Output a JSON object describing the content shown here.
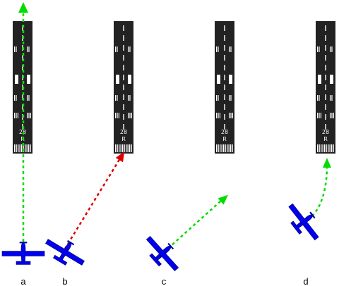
{
  "runway": {
    "number": "28",
    "designator": "R"
  },
  "panels": [
    {
      "label": "a",
      "path_color": "#00dd00",
      "path_style": "straight-dashed"
    },
    {
      "label": "b",
      "path_color": "#dd0000",
      "path_style": "straight-dashed"
    },
    {
      "label": "c",
      "path_color": "#00dd00",
      "path_style": "straight-dashed"
    },
    {
      "label": "d",
      "path_color": "#00dd00",
      "path_style": "curved-dashed"
    }
  ],
  "icons": {
    "aircraft": "airplane-icon",
    "arrow": "arrowhead-icon"
  },
  "colors": {
    "runway_surface": "#222222",
    "runway_markings": "#ffffff",
    "aircraft": "#0000ee",
    "aircraft_outline": "#000066",
    "background": "#ffffff"
  }
}
